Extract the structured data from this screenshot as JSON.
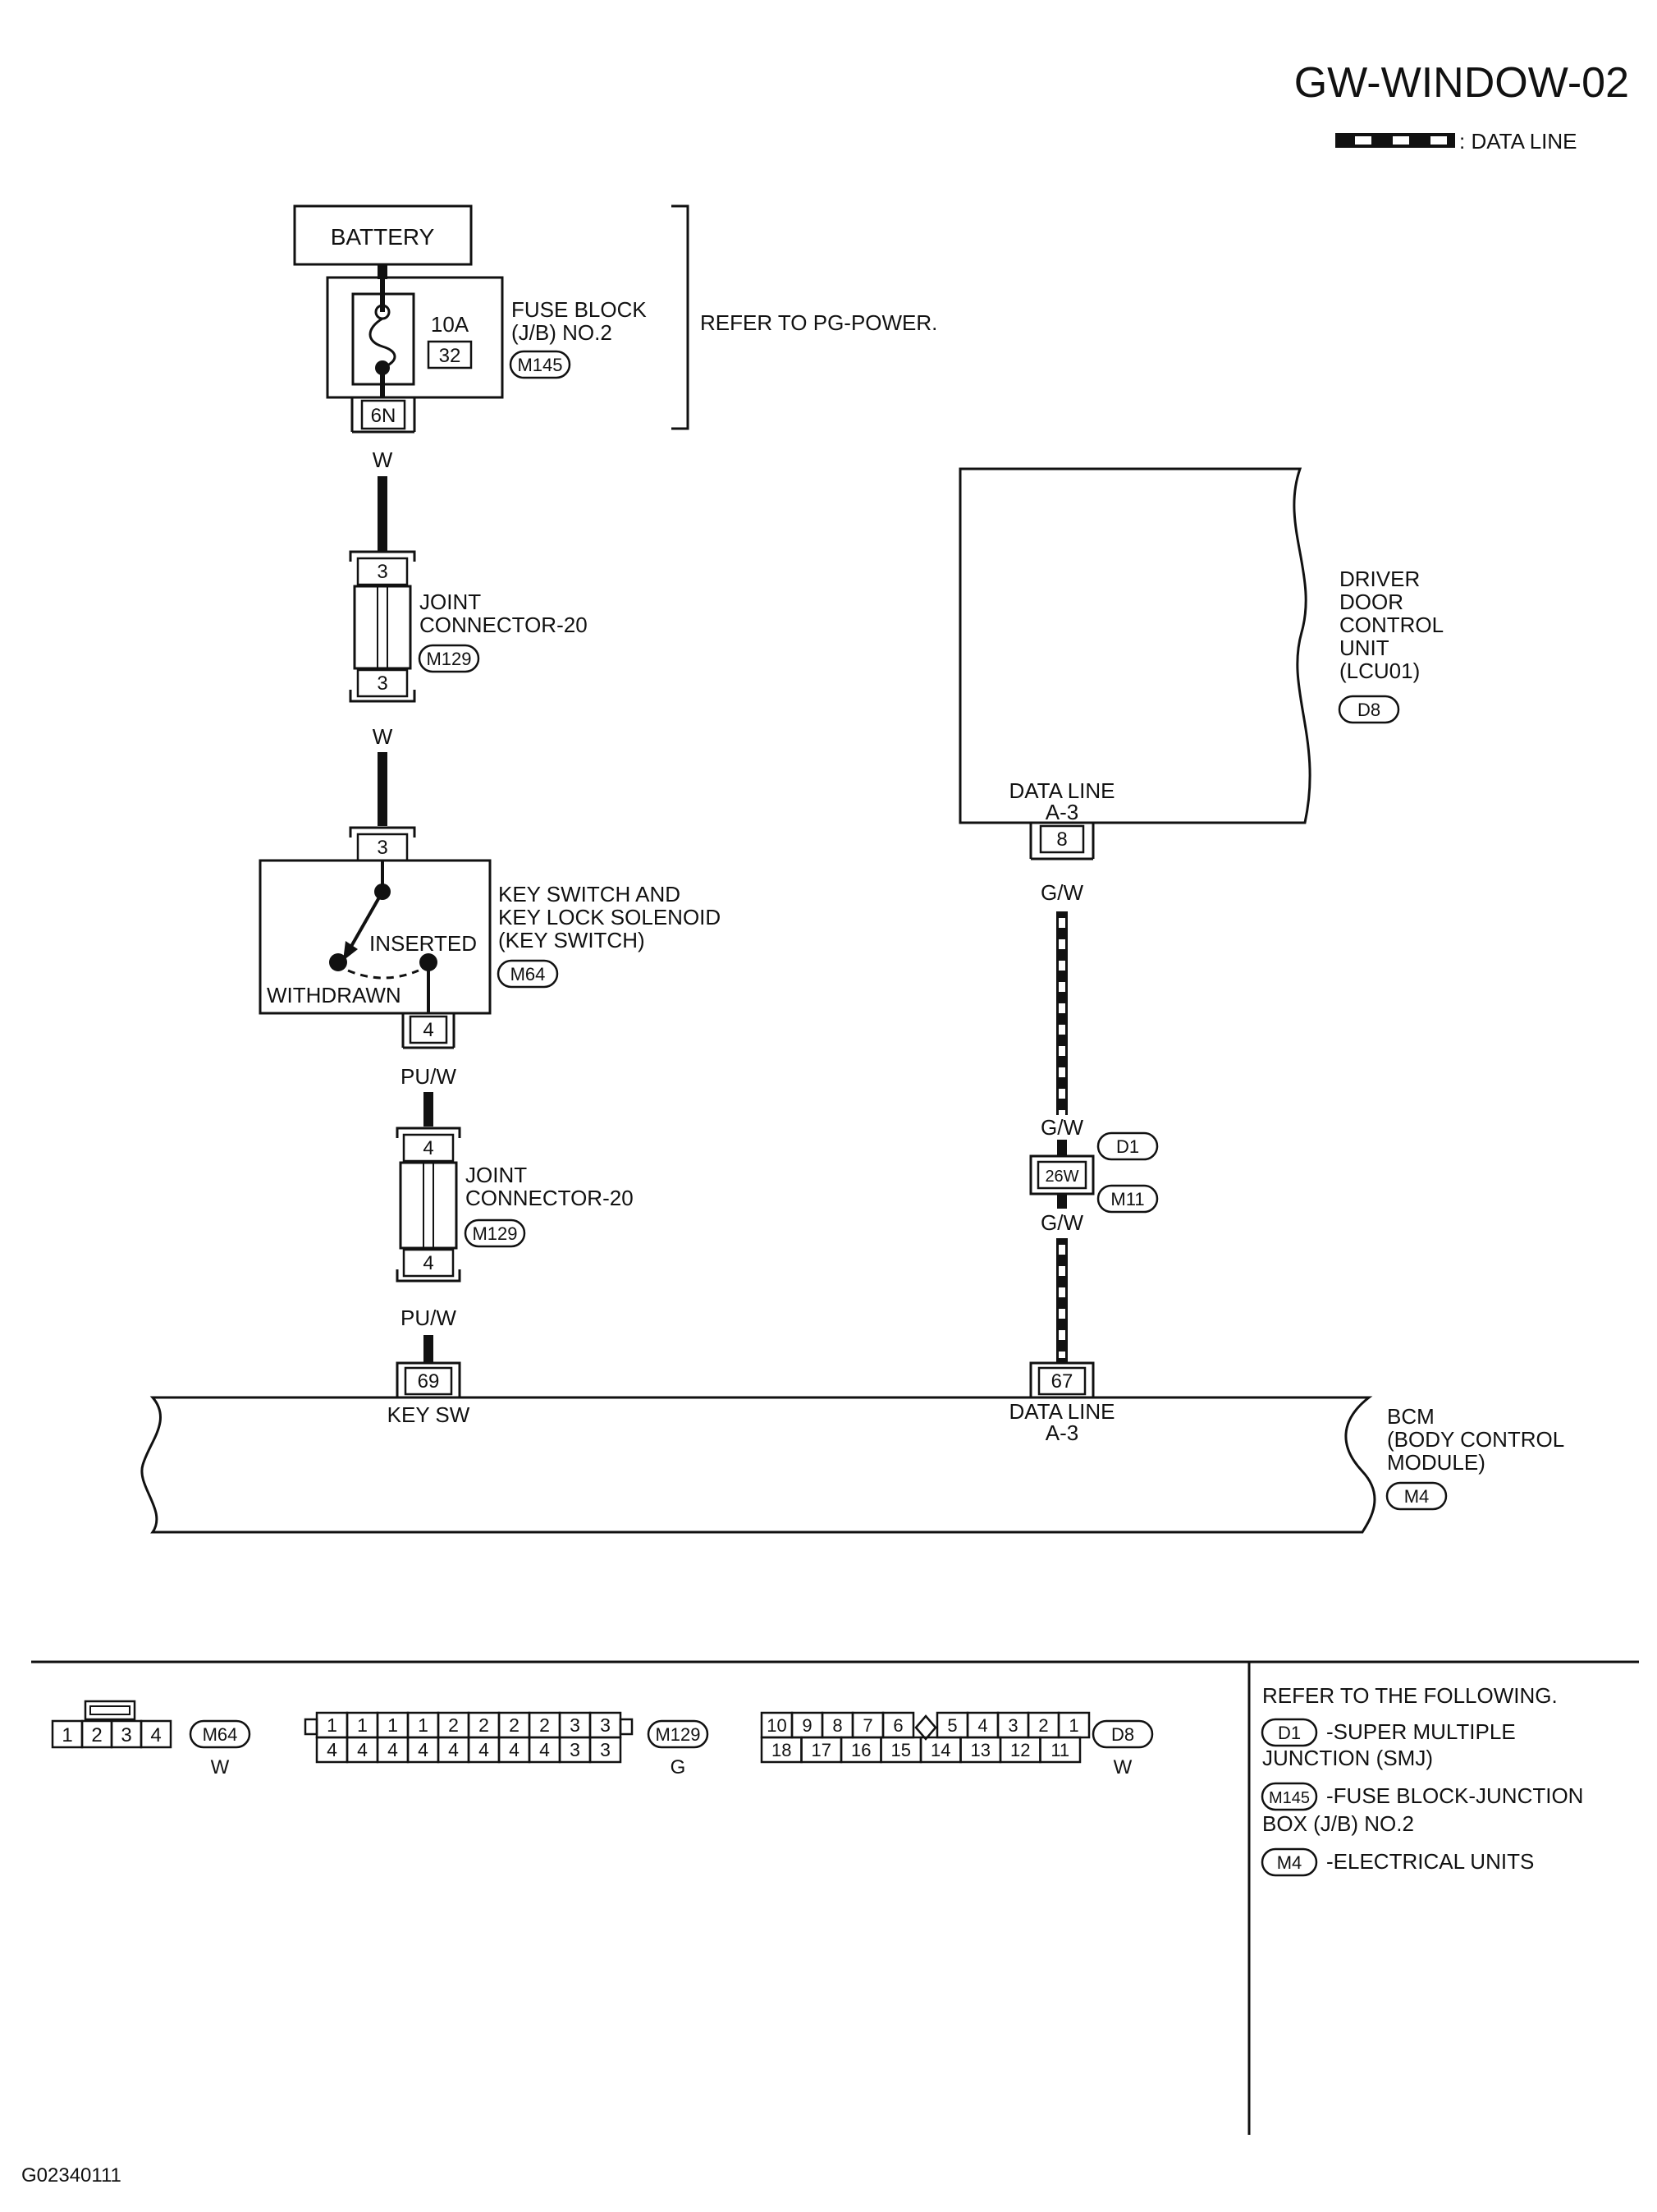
{
  "page_title": "GW-WINDOW-02",
  "legend": {
    "data_line_label": ": DATA LINE"
  },
  "battery": {
    "label": "BATTERY"
  },
  "fuse_block": {
    "name_line1": "FUSE BLOCK",
    "name_line2": "(J/B) NO.2",
    "connector": "M145",
    "amperage": "10A",
    "fuse_number": "32",
    "terminal": "6N"
  },
  "power_note": "REFER TO PG-POWER.",
  "wires": {
    "w_upper": "W",
    "w_middle": "W",
    "puw_upper": "PU/W",
    "puw_lower": "PU/W",
    "gw_upper": "G/W",
    "gw_mid_top": "G/W",
    "gw_mid_bottom": "G/W"
  },
  "joint_connector_upper": {
    "name_line1": "JOINT",
    "name_line2": "CONNECTOR-20",
    "connector": "M129",
    "pin_top": "3",
    "pin_bottom": "3"
  },
  "key_switch": {
    "name_line1": "KEY SWITCH AND",
    "name_line2": "KEY LOCK SOLENOID",
    "name_line3": "(KEY SWITCH)",
    "connector": "M64",
    "pin_top": "3",
    "pin_bottom": "4",
    "state_inserted": "INSERTED",
    "state_withdrawn": "WITHDRAWN"
  },
  "joint_connector_lower": {
    "name_line1": "JOINT",
    "name_line2": "CONNECTOR-20",
    "connector": "M129",
    "pin_top": "4",
    "pin_bottom": "4"
  },
  "driver_door_unit": {
    "name_line1": "DRIVER",
    "name_line2": "DOOR",
    "name_line3": "CONTROL",
    "name_line4": "UNIT",
    "name_line5": "(LCU01)",
    "connector": "D8",
    "terminal_label_line1": "DATA LINE",
    "terminal_label_line2": "A-3",
    "pin": "8"
  },
  "inline_connector": {
    "connector_top": "D1",
    "connector_bottom": "M11",
    "pin": "26W"
  },
  "bcm": {
    "name_line1": "BCM",
    "name_line2": "(BODY CONTROL",
    "name_line3": "MODULE)",
    "connector": "M4",
    "pin_key_sw": "69",
    "label_key_sw": "KEY SW",
    "pin_data_line": "67",
    "label_data_line_1": "DATA LINE",
    "label_data_line_2": "A-3"
  },
  "connector_faces": {
    "m64": {
      "connector": "M64",
      "color": "W",
      "pins": [
        "1",
        "2",
        "3",
        "4"
      ]
    },
    "m129": {
      "connector": "M129",
      "color": "G",
      "top_row": [
        "1",
        "1",
        "1",
        "1",
        "2",
        "2",
        "2",
        "2",
        "3",
        "3"
      ],
      "bottom_row": [
        "4",
        "4",
        "4",
        "4",
        "4",
        "4",
        "4",
        "4",
        "3",
        "3"
      ]
    },
    "d8": {
      "connector": "D8",
      "color": "W",
      "top_left": [
        "10",
        "9",
        "8",
        "7",
        "6"
      ],
      "top_right": [
        "5",
        "4",
        "3",
        "2",
        "1"
      ],
      "bottom_row": [
        "18",
        "17",
        "16",
        "15",
        "14",
        "13",
        "12",
        "11"
      ]
    }
  },
  "reference_panel": {
    "heading": "REFER TO THE FOLLOWING.",
    "items": [
      {
        "code": "D1",
        "line1": "-SUPER MULTIPLE",
        "line2": "JUNCTION (SMJ)"
      },
      {
        "code": "M145",
        "line1": "-FUSE BLOCK-JUNCTION",
        "line2": "BOX (J/B) NO.2"
      },
      {
        "code": "M4",
        "line1": "-ELECTRICAL UNITS",
        "line2": ""
      }
    ]
  },
  "figure_id": "G02340111"
}
